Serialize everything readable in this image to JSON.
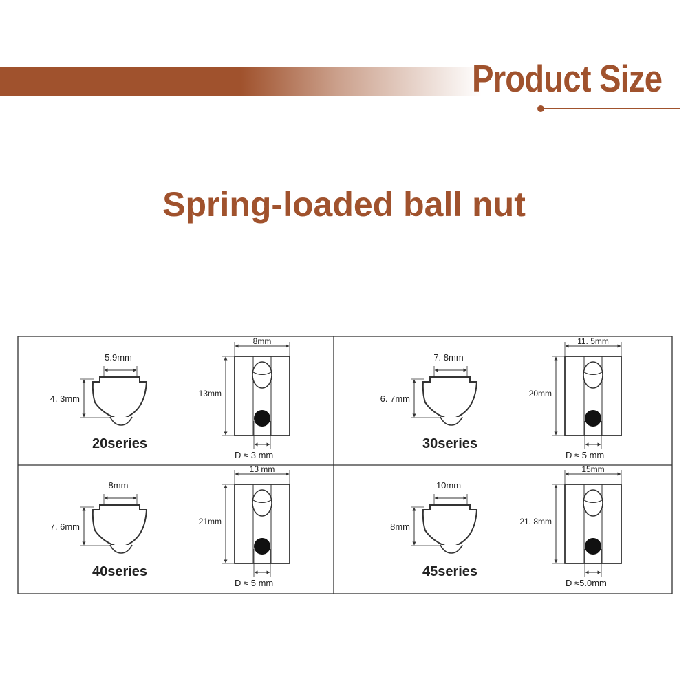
{
  "header": {
    "title": "Product Size"
  },
  "product": {
    "title": "Spring-loaded ball nut"
  },
  "series": [
    {
      "name": "20series",
      "slot_width": "5.9mm",
      "height": "4. 3mm",
      "width": "8mm",
      "length": "13mm",
      "ball_dia": "D ≈ 3 mm"
    },
    {
      "name": "30series",
      "slot_width": "7. 8mm",
      "height": "6. 7mm",
      "width": "11. 5mm",
      "length": "20mm",
      "ball_dia": "D ≈ 5 mm"
    },
    {
      "name": "40series",
      "slot_width": "8mm",
      "height": "7. 6mm",
      "width": "13 mm",
      "length": "21mm",
      "ball_dia": "D ≈ 5 mm"
    },
    {
      "name": "45series",
      "slot_width": "10mm",
      "height": "8mm",
      "width": "15mm",
      "length": "21. 8mm",
      "ball_dia": "D ≈5.0mm"
    }
  ],
  "colors": {
    "accent": "#a0522d",
    "line": "#333333",
    "ball": "#111111"
  }
}
